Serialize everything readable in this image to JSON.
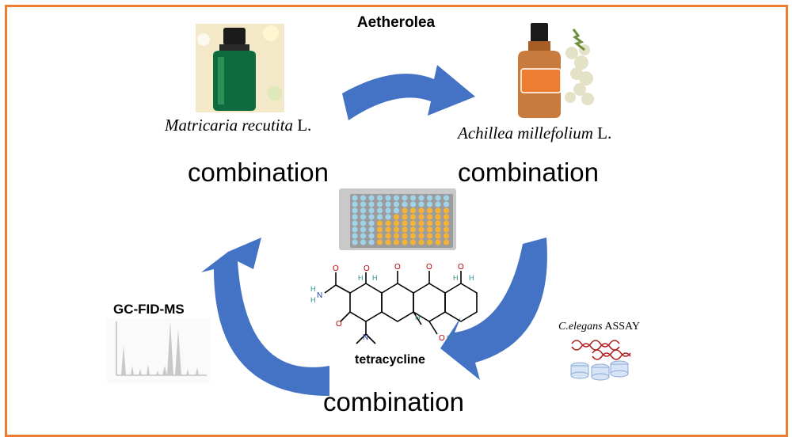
{
  "title": "Aetherolea",
  "species_left": {
    "genus": "Matricaria recutita",
    "author": "L."
  },
  "species_right": {
    "genus": "Achillea millefolium",
    "author": "L."
  },
  "combination_labels": [
    "combination",
    "combination",
    "combination"
  ],
  "gc_label": "GC-FID-MS",
  "molecule_label": "tetracycline",
  "assay_label": {
    "organism": "C.elegans",
    "method": "ASSAY"
  },
  "colors": {
    "arrow": "#4472C4",
    "frame": "#ED7D31",
    "well_filled": "#F5B335",
    "well_empty": "#9FD3EA"
  }
}
